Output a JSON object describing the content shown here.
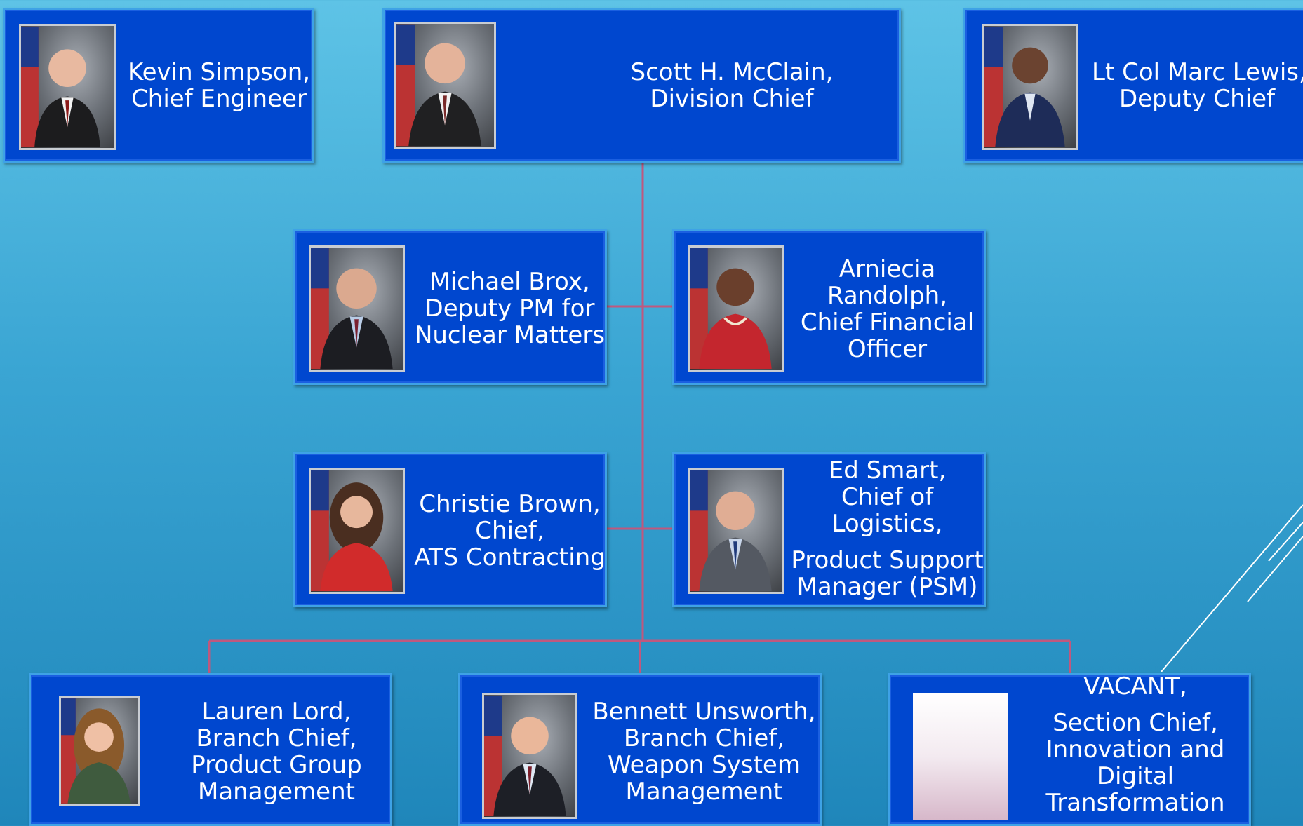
{
  "cards": [
    {
      "id": "kevin-simpson",
      "lines": [
        "Kevin Simpson,",
        "Chief Engineer"
      ]
    },
    {
      "id": "scott-mcclain",
      "lines": [
        "Scott H. McClain,",
        "Division Chief"
      ]
    },
    {
      "id": "marc-lewis",
      "lines": [
        "Lt Col Marc Lewis,",
        "Deputy Chief"
      ]
    },
    {
      "id": "michael-brox",
      "lines": [
        "Michael Brox,",
        "Deputy PM for",
        "Nuclear Matters"
      ]
    },
    {
      "id": "arniecia-randolph",
      "lines": [
        "Arniecia",
        "Randolph,",
        "Chief Financial",
        "Officer"
      ]
    },
    {
      "id": "christie-brown",
      "lines": [
        "Christie Brown,",
        "Chief,",
        "ATS Contracting"
      ]
    },
    {
      "id": "ed-smart",
      "lines": [
        "Ed Smart,",
        "Chief of",
        "Logistics,"
      ],
      "lines2": [
        "Product Support",
        "Manager (PSM)"
      ]
    },
    {
      "id": "lauren-lord",
      "lines": [
        "Lauren Lord,",
        "Branch Chief,",
        "Product Group",
        "Management"
      ]
    },
    {
      "id": "bennett-unsworth",
      "lines": [
        "Bennett Unsworth,",
        "Branch Chief,",
        "Weapon System",
        "Management"
      ]
    },
    {
      "id": "vacant",
      "lines": [
        "VACANT,"
      ],
      "lines2": [
        "Section Chief,",
        "Innovation and",
        "Digital",
        "Transformation"
      ]
    }
  ],
  "colors": {
    "card_fill": "#0047cf",
    "card_border": "#3ea2e6",
    "connector": "#c0587e",
    "background_top": "#5ec3e6",
    "background_bottom": "#1f86ba"
  }
}
